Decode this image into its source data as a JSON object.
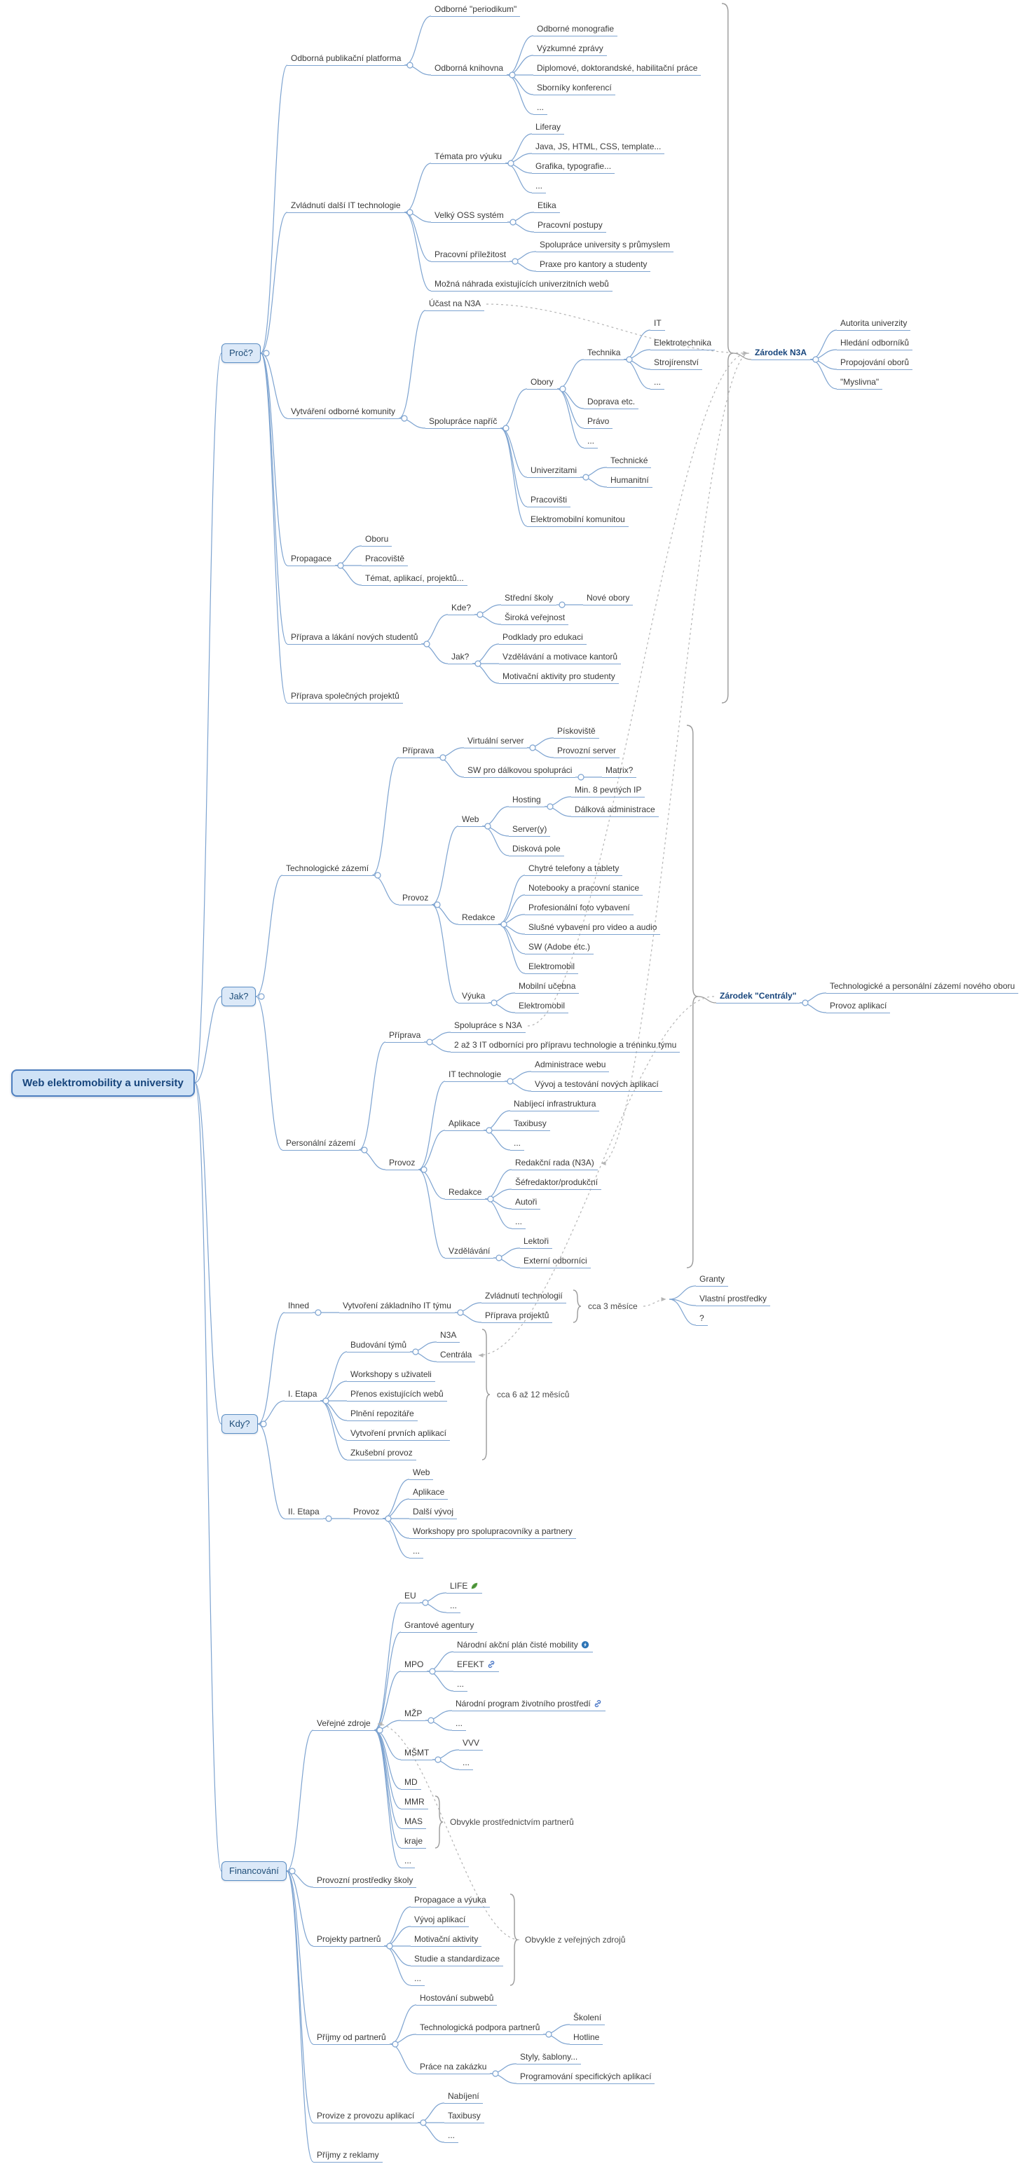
{
  "title": "Web elektromobility a university",
  "colors": {
    "edge": "#7da3d0",
    "box_border": "#4e7fbf",
    "box_fill": "#dce9f8",
    "root_fill": "#cfe2f6",
    "text": "#3a3a3a",
    "box_text": "#1f4e79",
    "brace": "#9a9a9a",
    "relationship": "#b4b4b4"
  },
  "root": {
    "id": "root",
    "label": "Web elektromobility a university",
    "children": [
      {
        "id": "proc",
        "label": "Proč?",
        "children": [
          {
            "id": "odborna-publikacni-platforma",
            "label": "Odborná publikační platforma",
            "children": [
              {
                "label": "Odborné \"periodikum\""
              },
              {
                "label": "Odborná knihovna",
                "children": [
                  {
                    "label": "Odborné monografie"
                  },
                  {
                    "label": "Výzkumné zprávy"
                  },
                  {
                    "label": "Diplomové, doktorandské, habilitační práce"
                  },
                  {
                    "label": "Sborníky konferencí"
                  },
                  {
                    "label": "..."
                  }
                ]
              }
            ]
          },
          {
            "label": "Zvládnutí další IT technologie",
            "children": [
              {
                "label": "Témata pro výuku",
                "children": [
                  {
                    "label": "Liferay"
                  },
                  {
                    "label": "Java, JS, HTML, CSS, template..."
                  },
                  {
                    "label": "Grafika, typografie..."
                  },
                  {
                    "label": "..."
                  }
                ]
              },
              {
                "label": "Velký OSS systém",
                "children": [
                  {
                    "label": "Etika"
                  },
                  {
                    "label": "Pracovní postupy"
                  }
                ]
              },
              {
                "label": "Pracovní příležitost",
                "children": [
                  {
                    "label": "Spolupráce university s průmyslem"
                  },
                  {
                    "label": "Praxe pro kantory a studenty"
                  }
                ]
              },
              {
                "label": "Možná náhrada existujících univerzitních webů"
              }
            ]
          },
          {
            "label": "Vytváření odborné komunity",
            "children": [
              {
                "id": "ucast-na-n3a",
                "label": "Účast na N3A"
              },
              {
                "label": "Spolupráce napříč",
                "children": [
                  {
                    "label": "Obory",
                    "children": [
                      {
                        "label": "Technika",
                        "children": [
                          {
                            "label": "IT"
                          },
                          {
                            "label": "Elektrotechnika"
                          },
                          {
                            "label": "Strojírenství"
                          },
                          {
                            "label": "..."
                          }
                        ]
                      },
                      {
                        "label": "Doprava etc."
                      },
                      {
                        "label": "Právo"
                      },
                      {
                        "label": "..."
                      }
                    ]
                  },
                  {
                    "label": "Univerzitami",
                    "children": [
                      {
                        "label": "Technické"
                      },
                      {
                        "label": "Humanitní"
                      }
                    ]
                  },
                  {
                    "label": "Pracovišti"
                  },
                  {
                    "label": "Elektromobilní komunitou"
                  }
                ]
              }
            ]
          },
          {
            "label": "Propagace",
            "children": [
              {
                "label": "Oboru"
              },
              {
                "label": "Pracoviště"
              },
              {
                "label": "Témat, aplikací, projektů..."
              }
            ]
          },
          {
            "label": "Příprava a lákání nových studentů",
            "children": [
              {
                "label": "Kde?",
                "children": [
                  {
                    "label": "Střední školy",
                    "children": [
                      {
                        "label": "Nové obory"
                      }
                    ]
                  },
                  {
                    "label": "Široká veřejnost"
                  }
                ]
              },
              {
                "label": "Jak?",
                "children": [
                  {
                    "label": "Podklady pro edukaci"
                  },
                  {
                    "label": "Vzdělávání a motivace kantorů"
                  },
                  {
                    "label": "Motivační aktivity pro studenty"
                  }
                ]
              }
            ]
          },
          {
            "label": "Příprava společných projektů"
          }
        ]
      },
      {
        "id": "jak",
        "label": "Jak?",
        "children": [
          {
            "id": "technologicke-zazemi",
            "label": "Technologické zázemí",
            "children": [
              {
                "label": "Příprava",
                "children": [
                  {
                    "label": "Virtuální server",
                    "children": [
                      {
                        "label": "Pískoviště"
                      },
                      {
                        "label": "Provozní server"
                      }
                    ]
                  },
                  {
                    "label": "SW pro dálkovou spolupráci",
                    "children": [
                      {
                        "label": "Matrix?"
                      }
                    ]
                  }
                ]
              },
              {
                "label": "Provoz",
                "children": [
                  {
                    "label": "Web",
                    "children": [
                      {
                        "label": "Hosting",
                        "children": [
                          {
                            "label": "Min. 8 pevných IP"
                          },
                          {
                            "label": "Dálková administrace"
                          }
                        ]
                      },
                      {
                        "label": "Server(y)"
                      },
                      {
                        "label": "Disková pole"
                      }
                    ]
                  },
                  {
                    "label": "Redakce",
                    "children": [
                      {
                        "label": "Chytré telefony a tablety"
                      },
                      {
                        "label": "Notebooky a pracovní stanice"
                      },
                      {
                        "label": "Profesionální foto vybavení"
                      },
                      {
                        "label": "Slušné vybavení pro video a audio"
                      },
                      {
                        "label": "SW (Adobe etc.)"
                      },
                      {
                        "label": "Elektromobil"
                      }
                    ]
                  },
                  {
                    "label": "Výuka",
                    "children": [
                      {
                        "label": "Mobilní učebna"
                      },
                      {
                        "label": "Elektromobil"
                      }
                    ]
                  }
                ]
              }
            ]
          },
          {
            "id": "personalni-zazemi",
            "label": "Personální zázemí",
            "children": [
              {
                "label": "Příprava",
                "children": [
                  {
                    "id": "spoluprace-s-n3a",
                    "label": "Spolupráce s N3A"
                  },
                  {
                    "label": "2 až 3 IT odborníci pro přípravu technologie a tréninku týmu"
                  }
                ]
              },
              {
                "label": "Provoz",
                "children": [
                  {
                    "label": "IT technologie",
                    "children": [
                      {
                        "label": "Administrace webu"
                      },
                      {
                        "label": "Vývoj a testování nových aplikací"
                      }
                    ]
                  },
                  {
                    "label": "Aplikace",
                    "children": [
                      {
                        "label": "Nabíjecí infrastruktura"
                      },
                      {
                        "label": "Taxibusy"
                      },
                      {
                        "label": "..."
                      }
                    ]
                  },
                  {
                    "label": "Redakce",
                    "children": [
                      {
                        "id": "redakcni-rada",
                        "label": "Redakční rada (N3A)"
                      },
                      {
                        "label": "Šéfredaktor/produkční"
                      },
                      {
                        "label": "Autoři"
                      },
                      {
                        "label": "..."
                      }
                    ]
                  },
                  {
                    "label": "Vzdělávání",
                    "children": [
                      {
                        "label": "Lektoři"
                      },
                      {
                        "label": "Externí odborníci"
                      }
                    ]
                  }
                ]
              }
            ]
          }
        ]
      },
      {
        "id": "kdy",
        "label": "Kdy?",
        "children": [
          {
            "label": "Ihned",
            "children": [
              {
                "id": "vytvoreni-it-tymu",
                "label": "Vytvoření základního IT týmu",
                "children": [
                  {
                    "label": "Zvládnutí technologií"
                  },
                  {
                    "label": "Příprava projektů"
                  }
                ]
              }
            ]
          },
          {
            "id": "i-etapa",
            "label": "I. Etapa",
            "children": [
              {
                "label": "Budování týmů",
                "children": [
                  {
                    "label": "N3A"
                  },
                  {
                    "id": "centrala",
                    "label": "Centrála"
                  }
                ]
              },
              {
                "label": "Workshopy s uživateli"
              },
              {
                "label": "Přenos existujících webů"
              },
              {
                "label": "Plnění repozitáře"
              },
              {
                "label": "Vytvoření prvních aplikací"
              },
              {
                "label": "Zkušební provoz"
              }
            ]
          },
          {
            "label": "II. Etapa",
            "children": [
              {
                "label": "Provoz",
                "children": [
                  {
                    "label": "Web"
                  },
                  {
                    "label": "Aplikace"
                  },
                  {
                    "label": "Další vývoj"
                  },
                  {
                    "label": "Workshopy pro spolupracovníky a partnery"
                  },
                  {
                    "label": "..."
                  }
                ]
              }
            ]
          }
        ]
      },
      {
        "id": "financovani",
        "label": "Financování",
        "children": [
          {
            "id": "verejne-zdroje",
            "label": "Veřejné zdroje",
            "children": [
              {
                "label": "EU",
                "children": [
                  {
                    "label": "LIFE",
                    "icon": "leaf"
                  },
                  {
                    "label": "..."
                  }
                ]
              },
              {
                "label": "Grantové agentury"
              },
              {
                "label": "MPO",
                "children": [
                  {
                    "label": "Národní akční plán čisté mobility",
                    "icon": "ev"
                  },
                  {
                    "label": "EFEKT",
                    "icon": "link"
                  },
                  {
                    "label": "..."
                  }
                ]
              },
              {
                "label": "MŽP",
                "children": [
                  {
                    "label": "Národní program životního prostředí",
                    "icon": "link"
                  },
                  {
                    "label": "..."
                  }
                ]
              },
              {
                "label": "MŠMT",
                "children": [
                  {
                    "label": "VVV"
                  },
                  {
                    "label": "..."
                  }
                ]
              },
              {
                "label": "MD"
              },
              {
                "id": "mmr",
                "label": "MMR"
              },
              {
                "label": "MAS"
              },
              {
                "id": "kraje",
                "label": "kraje"
              },
              {
                "label": "..."
              }
            ]
          },
          {
            "label": "Provozní prostředky školy"
          },
          {
            "id": "projekty-partneru",
            "label": "Projekty partnerů",
            "children": [
              {
                "label": "Propagace a výuka"
              },
              {
                "label": "Vývoj aplikací"
              },
              {
                "label": "Motivační aktivity"
              },
              {
                "label": "Studie a standardizace"
              },
              {
                "label": "..."
              }
            ]
          },
          {
            "label": "Příjmy od partnerů",
            "children": [
              {
                "label": "Hostování subwebů"
              },
              {
                "label": "Technologická podpora partnerů",
                "children": [
                  {
                    "label": "Školení"
                  },
                  {
                    "label": "Hotline"
                  }
                ]
              },
              {
                "label": "Práce na zakázku",
                "children": [
                  {
                    "label": "Styly, šablony..."
                  },
                  {
                    "label": "Programování specifických aplikací"
                  }
                ]
              }
            ]
          },
          {
            "label": "Provize z provozu aplikací",
            "children": [
              {
                "label": "Nabíjení"
              },
              {
                "label": "Taxibusy"
              },
              {
                "label": "..."
              }
            ]
          },
          {
            "label": "Příjmy z reklamy"
          }
        ]
      }
    ]
  },
  "floating": [
    {
      "id": "zarodek-n3a",
      "label": "Zárodek N3A",
      "anchor_summary": "summary-proc",
      "children": [
        {
          "label": "Autorita univerzity"
        },
        {
          "label": "Hledání odborníků"
        },
        {
          "label": "Propojování oborů"
        },
        {
          "label": "\"Myslivna\""
        }
      ]
    },
    {
      "id": "zarodek-centraly",
      "label": "Zárodek \"Centrály\"",
      "anchor_summary": "summary-jak",
      "children": [
        {
          "label": "Technologické a personální zázemí nového oboru"
        },
        {
          "label": "Provoz aplikací"
        }
      ]
    },
    {
      "id": "zdroje-prvni-faze",
      "label": "",
      "anchor_summary_label": "summary-cca3",
      "children": [
        {
          "label": "Granty"
        },
        {
          "label": "Vlastní prostředky"
        },
        {
          "label": "?"
        }
      ]
    }
  ],
  "summaries": [
    {
      "id": "summary-proc",
      "span": "proc",
      "label": ""
    },
    {
      "id": "summary-jak",
      "span": "jak",
      "label": ""
    },
    {
      "id": "summary-cca3",
      "span": "vytvoreni-it-tymu",
      "label": "cca 3 měsíce"
    },
    {
      "id": "summary-cca6",
      "span": "i-etapa",
      "label": "cca 6 až 12 měsíců"
    },
    {
      "id": "summary-partneri",
      "span": "verejne-zdroje",
      "from": 6,
      "to": 8,
      "label": "Obvykle prostřednictvím partnerů"
    },
    {
      "id": "summary-verejne",
      "span": "projekty-partneru",
      "label": "Obvykle z veřejných zdrojů"
    }
  ],
  "relationships": [
    {
      "from": "ucast-na-n3a",
      "to": "zarodek-n3a"
    },
    {
      "from": "spoluprace-s-n3a",
      "to": "zarodek-n3a"
    },
    {
      "from": "zarodek-n3a",
      "to": "redakcni-rada"
    },
    {
      "from": "zarodek-centraly",
      "to": "centrala"
    },
    {
      "from": "summary-cca3",
      "to": "zdroje-prvni-faze"
    },
    {
      "from": "summary-verejne",
      "to": "verejne-zdroje"
    }
  ]
}
